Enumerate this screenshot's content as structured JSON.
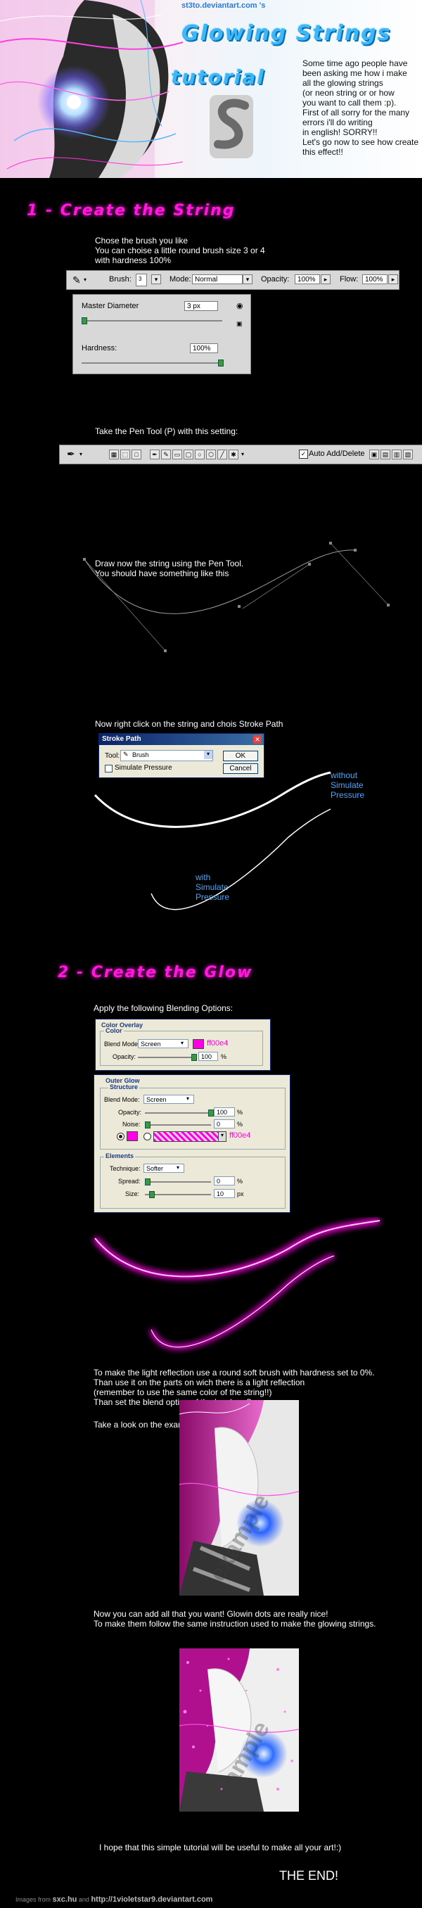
{
  "header": {
    "site_url": "st3to.deviantart.com 's",
    "title_main": "Glowing Strings",
    "title_sub": "tutorial",
    "intro_text": "Some time ago people have\nbeen asking me how i make\nall the glowing strings\n(or neon string or or how\nyou want to call them :p).\nFirst of all sorry for the many\nerrors i'll do writing\nin english! SORRY!!\nLet's go now to see how create\nthis effect!!"
  },
  "section1": {
    "heading": "1 - Create the String",
    "brush_text": "Chose the brush you like\nYou can choise a little round brush size 3 or 4\nwith hardness 100%",
    "brush_bar": {
      "brush_label": "Brush:",
      "brush_size": "3",
      "mode_label": "Mode:",
      "mode_value": "Normal",
      "opacity_label": "Opacity:",
      "opacity_value": "100%",
      "flow_label": "Flow:",
      "flow_value": "100%"
    },
    "brush_panel": {
      "diameter_label": "Master Diameter",
      "diameter_value": "3 px",
      "hardness_label": "Hardness:",
      "hardness_value": "100%",
      "hardness_fraction": 1.0
    },
    "pen_text": "Take the Pen Tool (P) with this setting:",
    "pen_bar": {
      "auto_add_label": "Auto Add/Delete",
      "auto_add_checked": true
    },
    "draw_text": "Draw now the string using the Pen Tool.\nYou should have something like this",
    "stroke_text": "Now right click on the string and chois Stroke Path",
    "stroke_dialog": {
      "title": "Stroke Path",
      "tool_label": "Tool:",
      "tool_value": "Brush",
      "simulate_label": "Simulate Pressure",
      "simulate_checked": false,
      "ok_label": "OK",
      "cancel_label": "Cancel"
    },
    "without_label": "without\nSimulate\nPressure",
    "with_label": "with\nSimulate\nPressure"
  },
  "section2": {
    "heading": "2 - Create the Glow",
    "blend_text": "Apply the following Blending Options:",
    "color_overlay": {
      "title": "Color Overlay",
      "group": "Color",
      "blend_label": "Blend Mode:",
      "blend_value": "Screen",
      "hex": "ff00e4",
      "opacity_label": "Opacity:",
      "opacity_value": "100",
      "unit": "%"
    },
    "outer_glow": {
      "title": "Outer Glow",
      "structure": "Structure",
      "blend_label": "Blend Mode:",
      "blend_value": "Screen",
      "opacity_label": "Opacity:",
      "opacity_value": "100",
      "noise_label": "Noise:",
      "noise_value": "0",
      "hex": "ff00e4",
      "elements": "Elements",
      "technique_label": "Technique:",
      "technique_value": "Softer",
      "spread_label": "Spread:",
      "spread_value": "0",
      "size_label": "Size:",
      "size_value": "10",
      "pct": "%",
      "px": "px"
    },
    "reflection_text": "To make the light reflection use a round soft brush with hardness set to 0%.\nThan use it on the parts on wich there is a light reflection\n(remember to use the same color of the string!!)\nThan set the blend option of the level on Screen.",
    "example_text": "Take a look on the example down here!",
    "watermark": "example",
    "dots_text": "Now you can add all that you want! Glowin dots are really nice!\nTo make them follow the same instruction used to make the glowing strings.",
    "closing_text": "I hope that this simple tutorial will be useful to make all your art!:)",
    "the_end": "THE END!"
  },
  "footer": {
    "prefix": "Images from",
    "source": "sxc.hu",
    "and": "and",
    "link": "http://1violetstar9.deviantart.com"
  },
  "colors": {
    "accent": "#ff00e4",
    "title_blue": "#3fb6f5",
    "label_blue": "#4aa6ff"
  }
}
